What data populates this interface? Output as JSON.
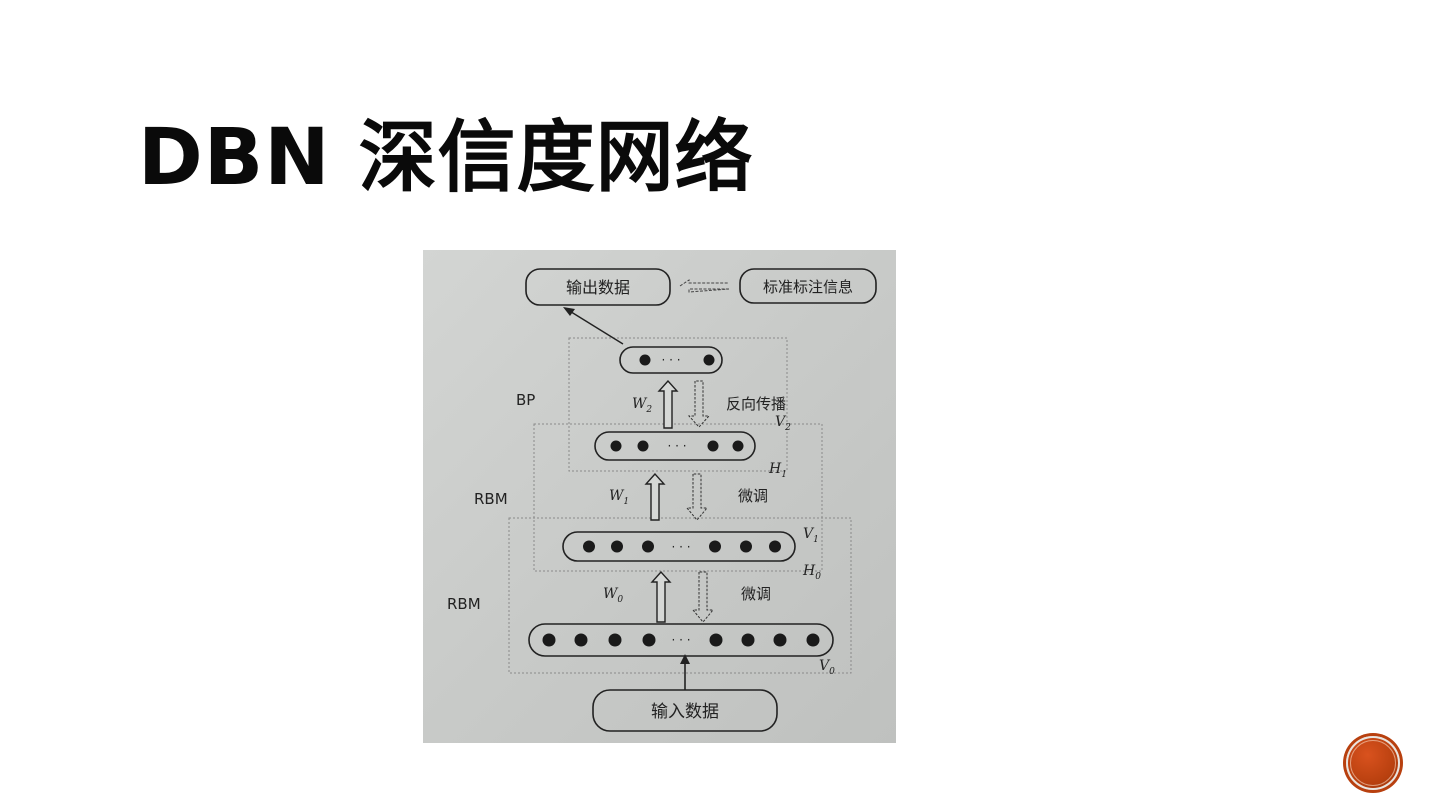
{
  "slide": {
    "title": "DBN 深信度网络"
  },
  "diagram": {
    "output_box": "输出数据",
    "label_box": "标准标注信息",
    "input_box": "输入数据",
    "bp_label": "BP",
    "rbm_label_top": "RBM",
    "rbm_label_bottom": "RBM",
    "backprop_label": "反向传播",
    "finetune_label_top": "微调",
    "finetune_label_bottom": "微调",
    "w2": "W",
    "w2_sub": "2",
    "w1": "W",
    "w1_sub": "1",
    "w0": "W",
    "w0_sub": "0",
    "v2": "V",
    "v2_sub": "2",
    "h1": "H",
    "h1_sub": "1",
    "v1": "V",
    "v1_sub": "1",
    "h0": "H",
    "h0_sub": "0",
    "v0": "V",
    "v0_sub": "0",
    "ellipsis": "· · ·"
  },
  "colors": {
    "photo_background": "#c9cbc9",
    "ink": "#1e1e1e",
    "next_button": "#c1440e"
  },
  "icons": {
    "next": "next-slide-button"
  }
}
